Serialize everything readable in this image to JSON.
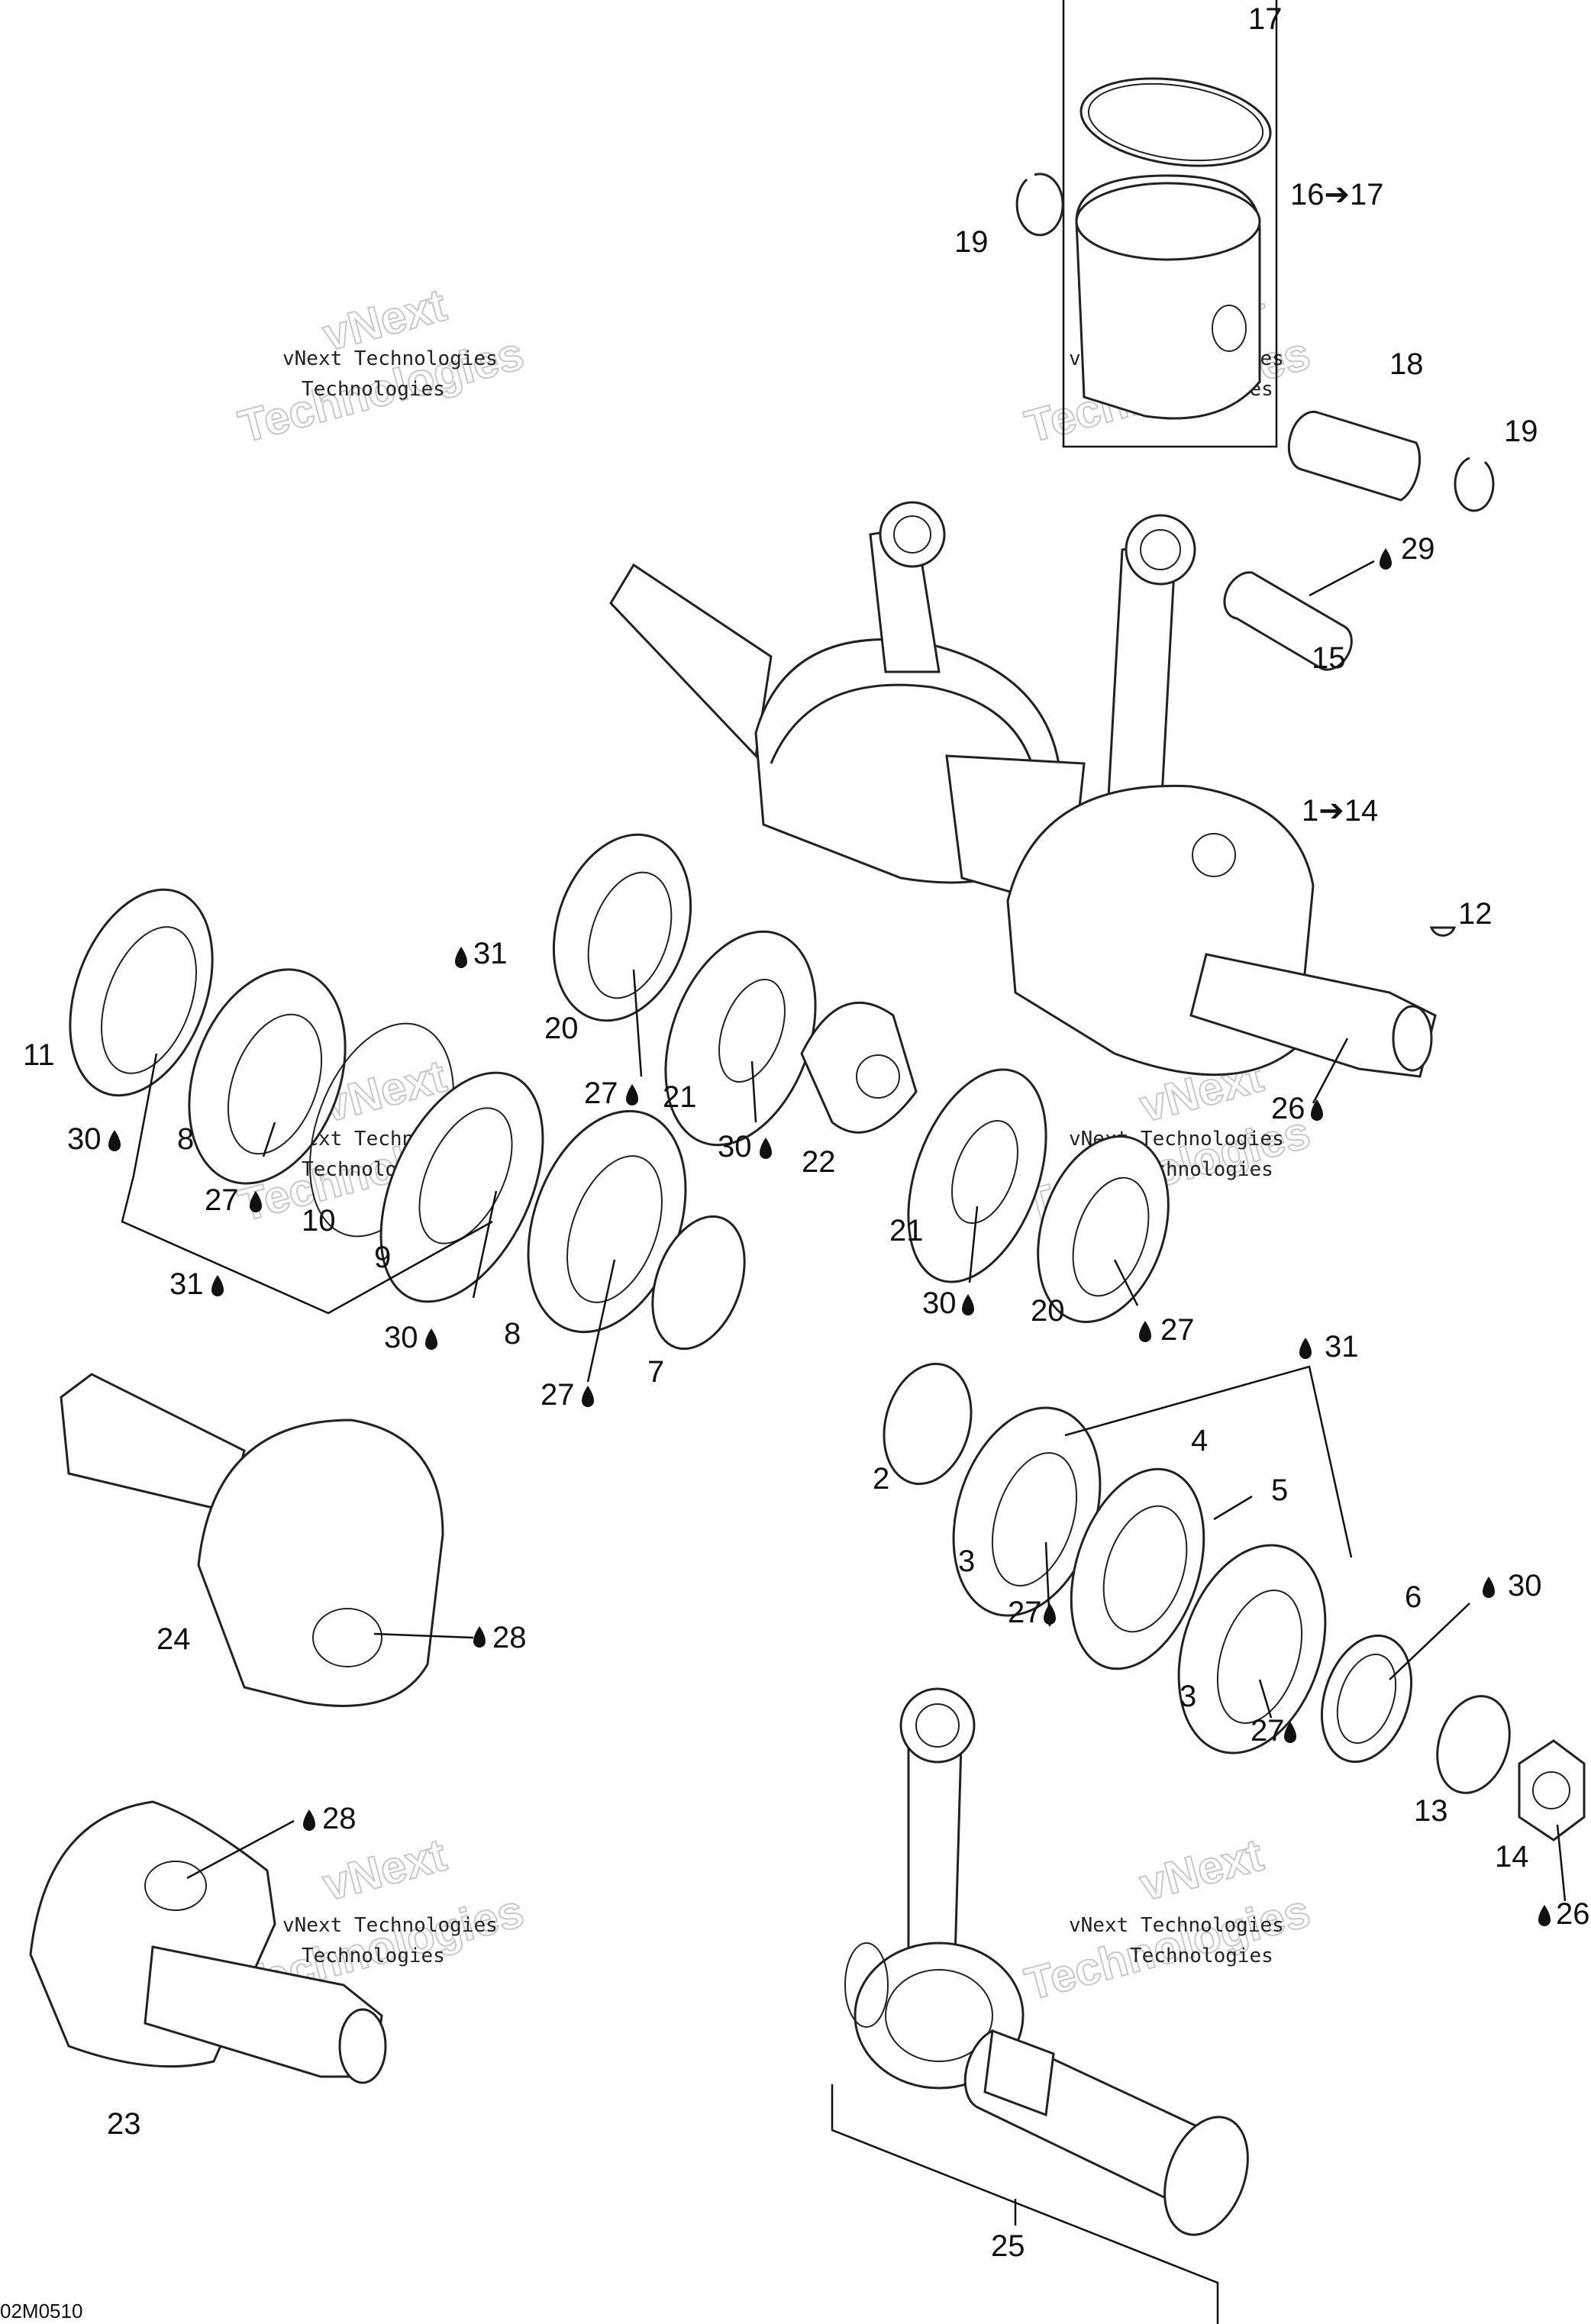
{
  "diagram_code": "02M0510",
  "watermark": {
    "line1": "vNext Technologies",
    "big_top": "vNext",
    "big_bottom": "Technologies"
  },
  "labels": {
    "l17": "17",
    "l16_17": "16➔17",
    "l19a": "19",
    "l18": "18",
    "l19b": "19",
    "l29": "29",
    "l15": "15",
    "l1_14": "1➔14",
    "l12": "12",
    "l26a": "26",
    "l31a": "31",
    "l11": "11",
    "l30a": "30",
    "l8a": "8",
    "l27a": "27",
    "l10": "10",
    "l9": "9",
    "l31b": "31",
    "l30b": "30",
    "l8b": "8",
    "l27b": "27",
    "l7": "7",
    "l20a": "20",
    "l27c": "27",
    "l21a": "21",
    "l30c": "30",
    "l22": "22",
    "l21b": "21",
    "l30d": "30",
    "l20b": "20",
    "l27d": "27",
    "l31c": "31",
    "l4": "4",
    "l5": "5",
    "l2": "2",
    "l3a": "3",
    "l27e": "27",
    "l6": "6",
    "l30e": "30",
    "l3b": "3",
    "l27f": "27",
    "l13": "13",
    "l14": "14",
    "l26b": "26",
    "l24": "24",
    "l28a": "28",
    "l28b": "28",
    "l23": "23",
    "l25": "25"
  }
}
